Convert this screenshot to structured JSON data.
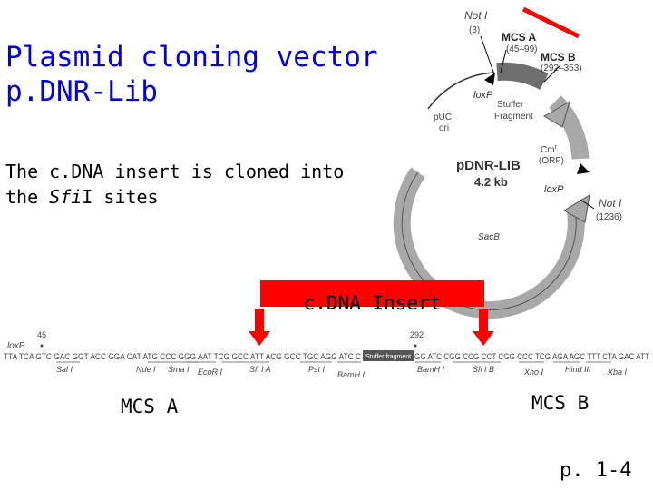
{
  "title": {
    "line1": "Plasmid cloning vector",
    "line2": "p.DNR-Lib"
  },
  "description": {
    "line1": "The c.DNA insert is cloned into",
    "line2_prefix": "the ",
    "line2_italic": "Sfi",
    "line2_suffix": "I sites"
  },
  "plasmid_map": {
    "name": "pDNR-LIB",
    "size": "4.2 kb",
    "labels": {
      "notI_top": "Not I",
      "notI_top_pos": "(3)",
      "mcs_a": "MCS A",
      "mcs_a_range": "(45–99)",
      "mcs_b": "MCS B",
      "mcs_b_range": "(292–353)",
      "loxP_top": "loxP",
      "puc_ori_1": "pUC",
      "puc_ori_2": "ori",
      "stuffer_1": "Stuffer",
      "stuffer_2": "Fragment",
      "cm_1": "Cm",
      "cm_1_sup": "r",
      "cm_2": "(ORF)",
      "loxP_right": "loxP",
      "notI_right": "Not I",
      "notI_right_pos": "(1236)",
      "sacB": "SacB"
    }
  },
  "insert_label": "c.DNA Insert",
  "sequence": {
    "loxP": "loxP",
    "pos_45": "45",
    "pos_292": "292",
    "text_left": "TTA TCA GTC GAC GGT ACC GGA CAT ATG CCC GGG AAT TCG GCC ATT ACG GCC TGC AGG ATC C",
    "stuffer": "Stuffer fragment",
    "text_right": "GG ATC CGG CCG CCT CGG CCC TCG AGA AGC TTT CTA GAC ATT",
    "sites": [
      "Sal I",
      "Nde I",
      "Sma I",
      "EcoR I",
      "Sfi I A",
      "Pst I",
      "BamH I",
      "BamH I",
      "Sfi I B",
      "Xho I",
      "Hind III",
      "Xba I"
    ]
  },
  "mcs_a_label": "MCS A",
  "mcs_b_label": "MCS B",
  "page_ref": "p. 1-4",
  "colors": {
    "title": "#0000e0",
    "insert_box": "#ff0000",
    "arrow": "#ff0000",
    "plasmid_ring": "#b0b0b0",
    "plasmid_dark": "#707070"
  }
}
